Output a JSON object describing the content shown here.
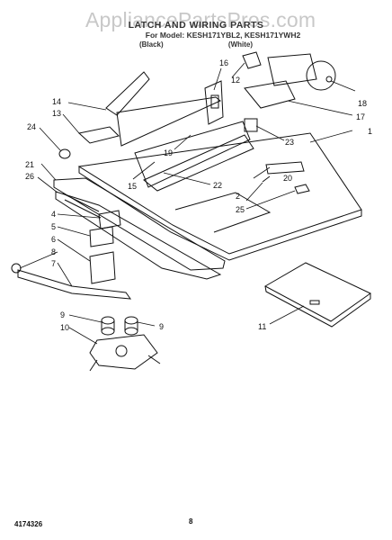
{
  "watermark": "AppliancePartsPros.com",
  "header": {
    "title": "LATCH AND WIRING PARTS",
    "models_line": "For Model: KESH171YBL2, KESH171YWH2",
    "variant_black": "(Black)",
    "variant_white": "(White)"
  },
  "callouts": [
    "1",
    "2",
    "4",
    "5",
    "6",
    "7",
    "8",
    "9",
    "9",
    "10",
    "11",
    "12",
    "13",
    "14",
    "15",
    "16",
    "17",
    "18",
    "19",
    "20",
    "21",
    "22",
    "23",
    "24",
    "25",
    "26"
  ],
  "footer": {
    "doc_number": "4174326",
    "page_number": "8"
  }
}
